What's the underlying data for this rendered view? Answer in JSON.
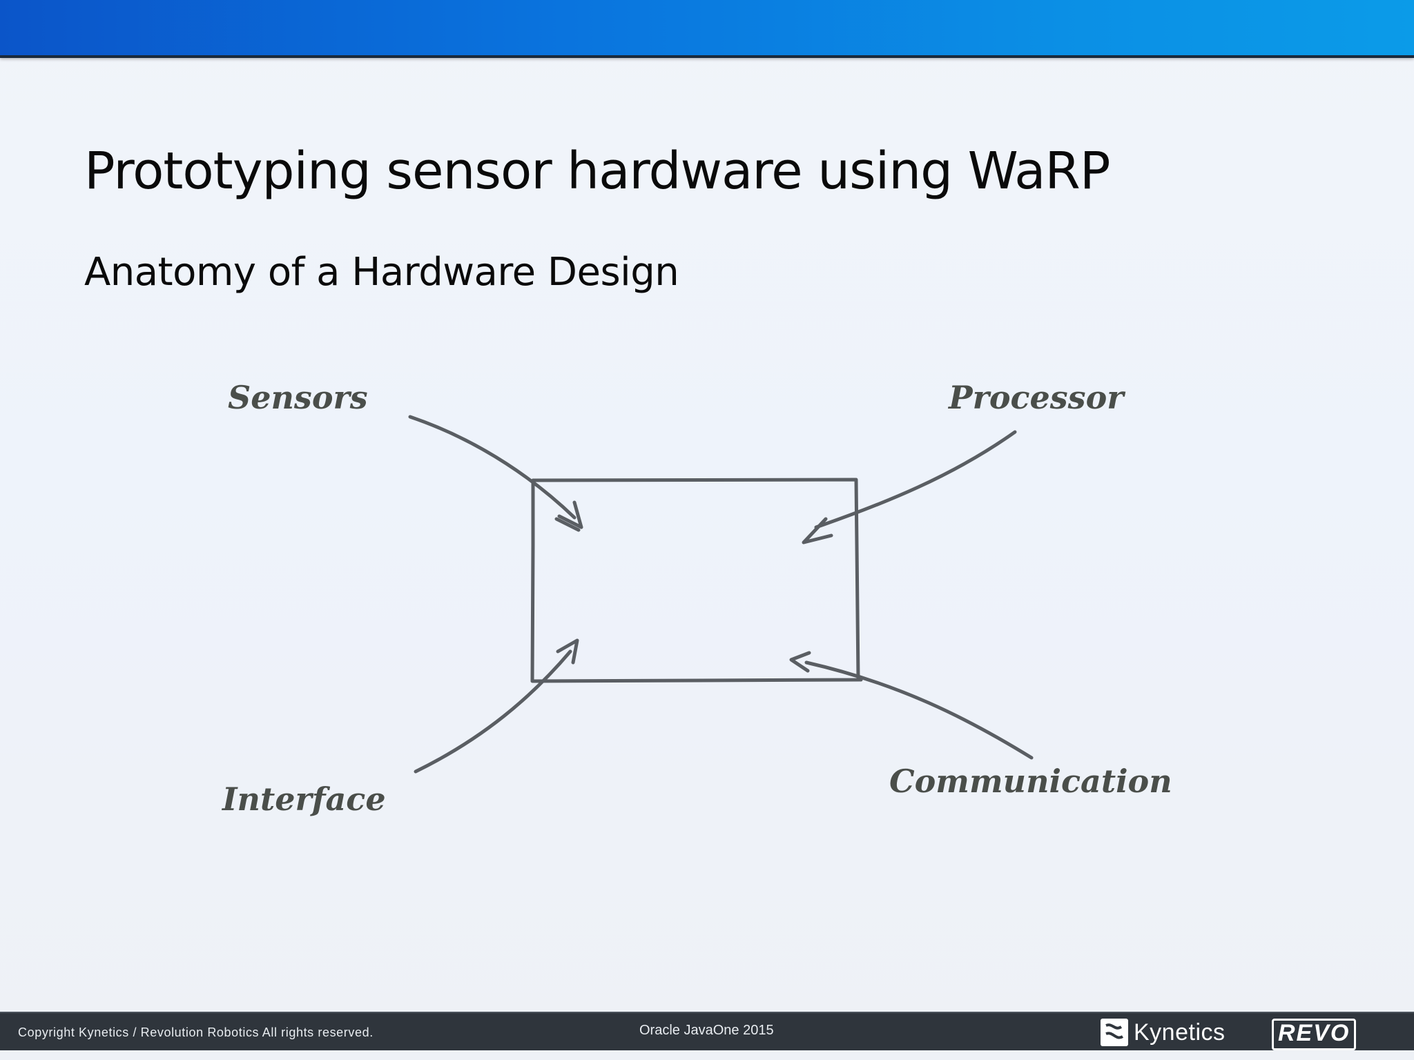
{
  "slide": {
    "title": "Prototyping sensor hardware using WaRP",
    "subtitle": "Anatomy of a Hardware Design"
  },
  "diagram": {
    "labels": {
      "sensors": "Sensors",
      "processor": "Processor",
      "interface": "Interface",
      "communication": "Communication"
    },
    "stroke_color": "#5a5e63",
    "label_color": "#4a4e4a"
  },
  "footer": {
    "copyright": "Copyright Kynetics / Revolution Robotics All rights reserved.",
    "event": "Oracle JavaOne 2015",
    "brand_kynetics": "Kynetics",
    "brand_revo": "REVO"
  },
  "colors": {
    "header_start": "#0b55c9",
    "header_end": "#0b9be8",
    "footer_bg": "#2f353c"
  }
}
